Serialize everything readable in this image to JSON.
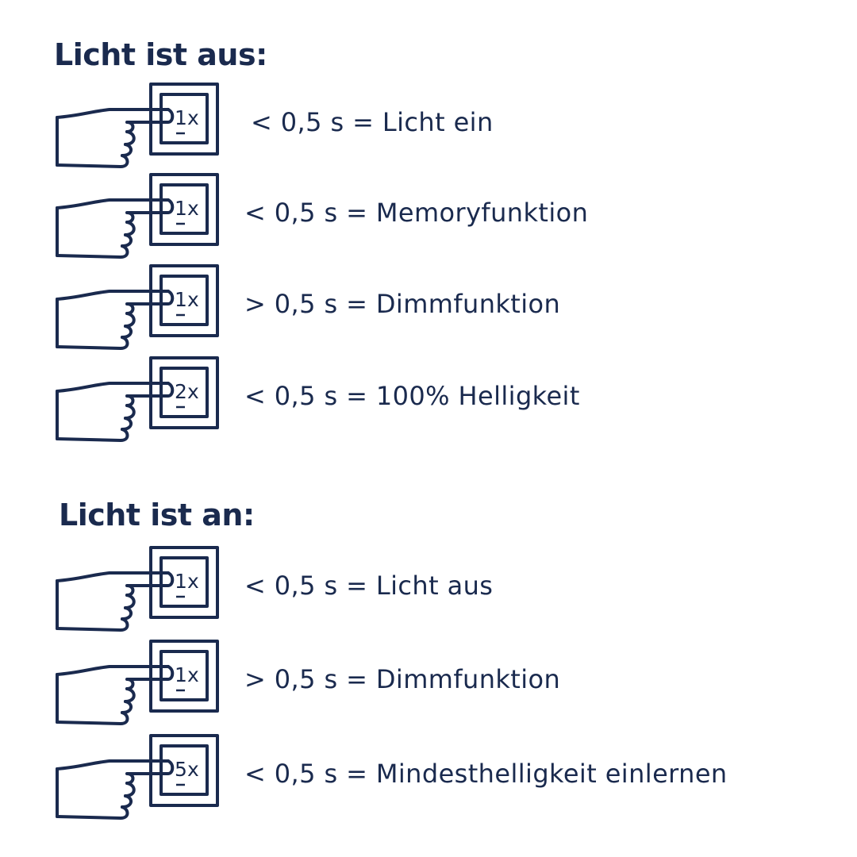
{
  "colors": {
    "ink": "#1a2a4e",
    "background": "#ffffff"
  },
  "sections": [
    {
      "title": "Licht ist aus:",
      "items": [
        {
          "count": "1",
          "unit": "x",
          "text": "< 0,5 s = Licht ein"
        },
        {
          "count": "1",
          "unit": "x",
          "text": "< 0,5 s = Memoryfunktion"
        },
        {
          "count": "1",
          "unit": "x",
          "text": "> 0,5 s = Dimmfunktion"
        },
        {
          "count": "2",
          "unit": "x",
          "text": "< 0,5 s = 100% Helligkeit"
        }
      ]
    },
    {
      "title": "Licht ist an:",
      "items": [
        {
          "count": "1",
          "unit": "x",
          "text": "< 0,5 s = Licht aus"
        },
        {
          "count": "1",
          "unit": "x",
          "text": "> 0,5 s = Dimmfunktion"
        },
        {
          "count": "5",
          "unit": "x",
          "text": "< 0,5 s = Mindesthelligkeit einlernen"
        }
      ]
    }
  ],
  "icons": {
    "press": "hand-pressing-switch-icon"
  }
}
